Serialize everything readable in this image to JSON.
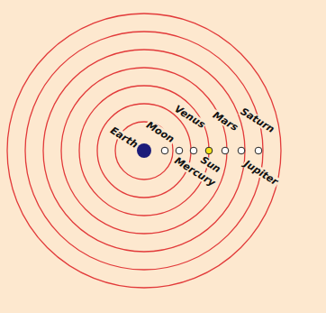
{
  "diagram": {
    "labels": [
      "Earth",
      "Moon",
      "Venus",
      "Mercury",
      "Sun",
      "Mars",
      "Saturn",
      "Jupiter"
    ]
  }
}
